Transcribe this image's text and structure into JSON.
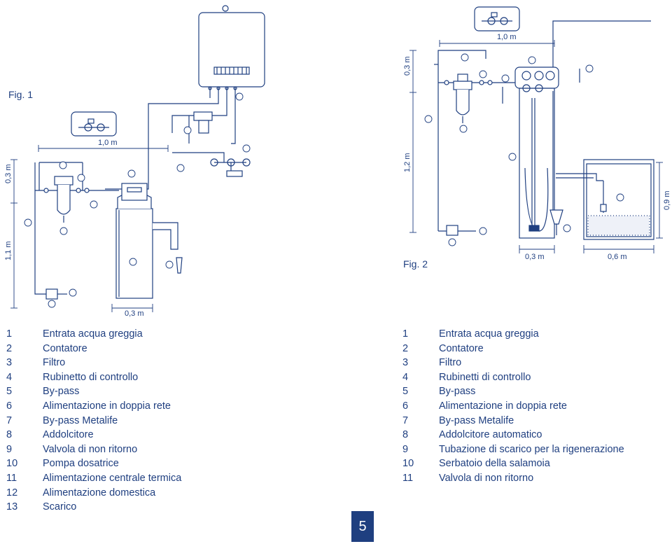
{
  "fig1": {
    "caption": "Fig. 1",
    "dimensions": {
      "h_top": "1,0 m",
      "h_bottom": "0,3 m",
      "v_top": "0,3 m",
      "v_bottom": "1,1 m"
    },
    "legend": [
      {
        "num": "1",
        "label": "Entrata acqua greggia"
      },
      {
        "num": "2",
        "label": "Contatore"
      },
      {
        "num": "3",
        "label": "Filtro"
      },
      {
        "num": "4",
        "label": "Rubinetto di controllo"
      },
      {
        "num": "5",
        "label": "By-pass"
      },
      {
        "num": "6",
        "label": "Alimentazione in doppia rete"
      },
      {
        "num": "7",
        "label": "By-pass Metalife"
      },
      {
        "num": "8",
        "label": "Addolcitore"
      },
      {
        "num": "9",
        "label": "Valvola di non ritorno"
      },
      {
        "num": "10",
        "label": "Pompa dosatrice"
      },
      {
        "num": "11",
        "label": "Alimentazione centrale termica"
      },
      {
        "num": "12",
        "label": "Alimentazione domestica"
      },
      {
        "num": "13",
        "label": "Scarico"
      }
    ]
  },
  "fig2": {
    "caption": "Fig. 2",
    "dimensions": {
      "h_top": "1,0 m",
      "h_bottom_a": "0,3 m",
      "h_bottom_b": "0,6 m",
      "v_top": "0,3 m",
      "v_mid": "1,2 m",
      "v_tank": "0,9 m"
    },
    "legend": [
      {
        "num": "1",
        "label": "Entrata acqua greggia"
      },
      {
        "num": "2",
        "label": "Contatore"
      },
      {
        "num": "3",
        "label": "Filtro"
      },
      {
        "num": "4",
        "label": "Rubinetti di controllo"
      },
      {
        "num": "5",
        "label": "By-pass"
      },
      {
        "num": "6",
        "label": "Alimentazione in doppia rete"
      },
      {
        "num": "7",
        "label": "By-pass Metalife"
      },
      {
        "num": "8",
        "label": "Addolcitore automatico"
      },
      {
        "num": "9",
        "label": "Tubazione di scarico per la rigenerazione"
      },
      {
        "num": "10",
        "label": "Serbatoio della salamoia"
      },
      {
        "num": "11",
        "label": "Valvola di non ritorno"
      }
    ]
  },
  "page_number": "5",
  "colors": {
    "ink": "#1f3f80",
    "background": "#ffffff"
  }
}
